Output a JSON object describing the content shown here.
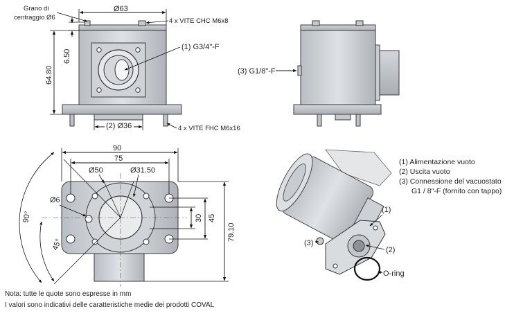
{
  "front_view": {
    "grano_line1": "Grano di",
    "grano_line2": "centraggio Ø6",
    "width_dim": "Ø63",
    "screws_top": "4 x VITE CHC M6x8",
    "height_total": "64.80",
    "height_small": "6.50",
    "port1": "(1) G3/4\"-F",
    "base_dim": "(2) Ø36",
    "screws_bottom": "4 x VITE FHC M6x16"
  },
  "side_view": {
    "port3": "(3) G1/8\"-F"
  },
  "bottom_view": {
    "width_90": "90",
    "width_75": "75",
    "dia_50": "Ø50",
    "dia_3150": "Ø31.50",
    "dia_6": "Ø6",
    "angle_90": "90°",
    "angle_45": "45°",
    "h_30": "30",
    "h_45": "45",
    "h_7910": "79.10"
  },
  "legend": {
    "item1_num": "(1)",
    "item1_text": "Alimentazione vuoto",
    "item2_num": "(2)",
    "item2_text": "Uscita vuoto",
    "item3_num": "(3)",
    "item3_text": "Connessione del vacuostato",
    "item3_text2": "G1 / 8\"-F (fornito con tappo)"
  },
  "photo_labels": {
    "label1": "(1)",
    "label2": "(2)",
    "label3": "(3)",
    "oring": "O-ring"
  },
  "notes": {
    "line1": "Nota: tutte le quote sono espresse in mm",
    "line2": "I valori sono indicativi delle caratteristiche medie dei prodotti COVAL"
  },
  "colors": {
    "body_fill": "#c9cdd2",
    "body_stroke": "#3a3a3a",
    "dim_line": "#111111"
  }
}
